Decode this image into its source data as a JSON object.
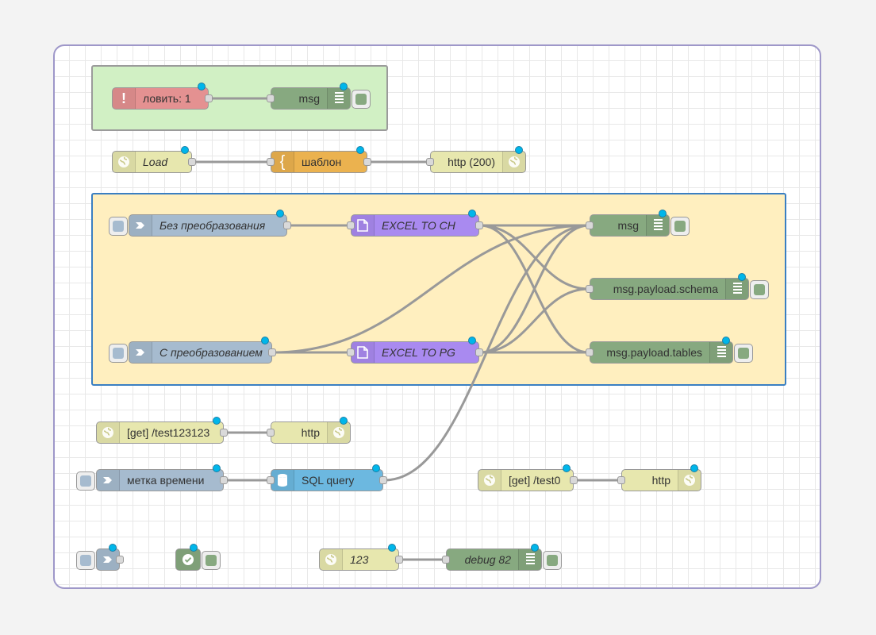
{
  "canvas": {
    "background": "#ffffff",
    "grid_color": "#e8e8e8",
    "frame_color": "#9e97c9"
  },
  "groups": [
    {
      "id": "g1",
      "color": "#d1f0c4"
    },
    {
      "id": "g2",
      "color": "#ffefbf"
    }
  ],
  "nodes": [
    {
      "id": "catch",
      "label": "ловить: 1",
      "type": "catch",
      "color": "#e49191",
      "icon": "exclamation-icon",
      "italic": false
    },
    {
      "id": "dbg1",
      "label": "msg",
      "type": "debug",
      "color": "#87a980",
      "icon": "debug-bars-icon",
      "italic": false
    },
    {
      "id": "load",
      "label": "Load",
      "type": "http-in",
      "color": "#e7e7ae",
      "icon": "globe-icon",
      "italic": true
    },
    {
      "id": "tpl",
      "label": "шаблон",
      "type": "template",
      "color": "#ebb24f",
      "icon": "braces-icon",
      "italic": false
    },
    {
      "id": "http200",
      "label": "http (200)",
      "type": "http-response",
      "color": "#e7e7ae",
      "icon": "globe-icon",
      "italic": false
    },
    {
      "id": "inj1",
      "label": "Без преобразования",
      "type": "inject",
      "color": "#a6bbcf",
      "icon": "inject-arrow-icon",
      "italic": true
    },
    {
      "id": "inj2",
      "label": "С преобразованием",
      "type": "inject",
      "color": "#a6bbcf",
      "icon": "inject-arrow-icon",
      "italic": true
    },
    {
      "id": "ch",
      "label": "EXCEL TO CH",
      "type": "subflow",
      "color": "#a98af0",
      "icon": "file-icon",
      "italic": true
    },
    {
      "id": "pg",
      "label": "EXCEL TO PG",
      "type": "subflow",
      "color": "#a98af0",
      "icon": "file-icon",
      "italic": true
    },
    {
      "id": "dbg2",
      "label": "msg",
      "type": "debug",
      "color": "#87a980",
      "icon": "debug-bars-icon",
      "italic": false
    },
    {
      "id": "dbg3",
      "label": "msg.payload.schema",
      "type": "debug",
      "color": "#87a980",
      "icon": "debug-bars-icon",
      "italic": false
    },
    {
      "id": "dbg4",
      "label": "msg.payload.tables",
      "type": "debug",
      "color": "#87a980",
      "icon": "debug-bars-icon",
      "italic": false
    },
    {
      "id": "get1",
      "label": "[get] /test123123",
      "type": "http-in",
      "color": "#e7e7ae",
      "icon": "globe-icon",
      "italic": false
    },
    {
      "id": "resp1",
      "label": "http",
      "type": "http-response",
      "color": "#e7e7ae",
      "icon": "globe-icon",
      "italic": false
    },
    {
      "id": "inj3",
      "label": "метка времени",
      "type": "inject",
      "color": "#a6bbcf",
      "icon": "inject-arrow-icon",
      "italic": false
    },
    {
      "id": "sql",
      "label": "SQL query",
      "type": "sql",
      "color": "#6cb8e0",
      "icon": "database-icon",
      "italic": false
    },
    {
      "id": "get2",
      "label": "[get] /test0",
      "type": "http-in",
      "color": "#e7e7ae",
      "icon": "globe-icon",
      "italic": false
    },
    {
      "id": "resp2",
      "label": "http",
      "type": "http-response",
      "color": "#e7e7ae",
      "icon": "globe-icon",
      "italic": false
    },
    {
      "id": "inj4",
      "label": "",
      "type": "inject",
      "color": "#a6bbcf",
      "icon": "inject-arrow-icon",
      "italic": false
    },
    {
      "id": "complete",
      "label": "",
      "type": "complete",
      "color": "#87a980",
      "icon": "check-icon",
      "italic": false
    },
    {
      "id": "n123",
      "label": "123",
      "type": "http-in",
      "color": "#e7e7ae",
      "icon": "globe-icon",
      "italic": true
    },
    {
      "id": "dbg82",
      "label": "debug 82",
      "type": "debug",
      "color": "#87a980",
      "icon": "debug-bars-icon",
      "italic": true
    }
  ],
  "wires": [
    [
      "catch",
      "dbg1"
    ],
    [
      "load",
      "tpl"
    ],
    [
      "tpl",
      "http200"
    ],
    [
      "inj1",
      "ch"
    ],
    [
      "inj2",
      "pg"
    ],
    [
      "inj2",
      "dbg2"
    ],
    [
      "ch",
      "dbg2"
    ],
    [
      "ch",
      "dbg3"
    ],
    [
      "ch",
      "dbg4"
    ],
    [
      "pg",
      "dbg2"
    ],
    [
      "pg",
      "dbg3"
    ],
    [
      "pg",
      "dbg4"
    ],
    [
      "get1",
      "resp1"
    ],
    [
      "inj3",
      "sql"
    ],
    [
      "sql",
      "dbg2"
    ],
    [
      "get2",
      "resp2"
    ],
    [
      "n123",
      "dbg82"
    ]
  ]
}
